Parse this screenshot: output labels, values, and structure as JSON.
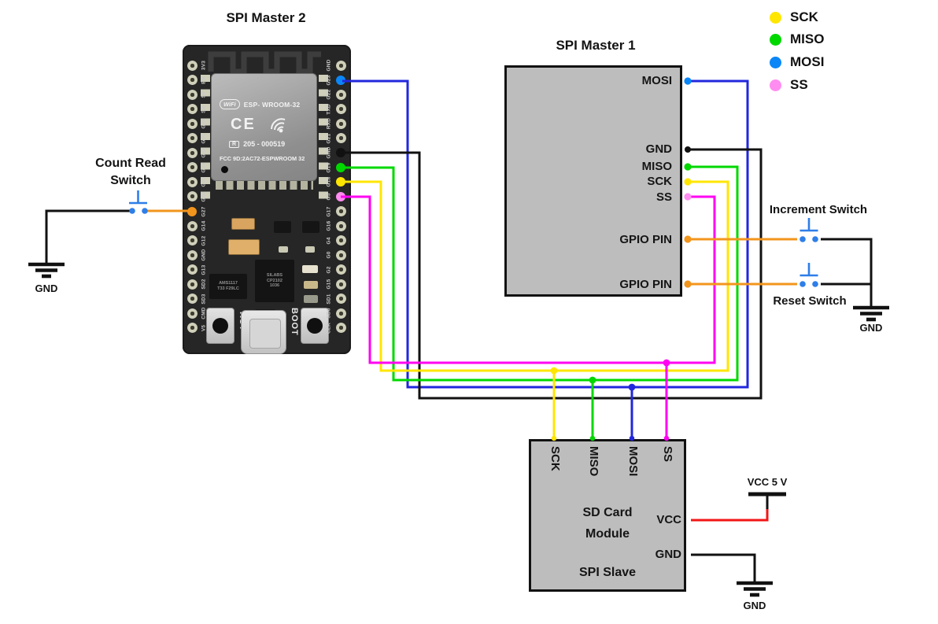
{
  "colors": {
    "sck": "#ffe600",
    "miso": "#00d800",
    "mosi_wire": "#2127dd",
    "mosi_dot": "#0b86f7",
    "ss_wire": "#ff00f2",
    "ss_dot": "#ff8cf0",
    "gnd": "#111111",
    "orange": "#f2951d",
    "red": "#f21616",
    "switch_blue": "#2e7ee8",
    "box_fill": "#bdbdbd"
  },
  "legend": {
    "items": [
      {
        "label": "SCK",
        "color_key": "sck"
      },
      {
        "label": "MISO",
        "color_key": "miso"
      },
      {
        "label": "MOSI",
        "color_key": "mosi"
      },
      {
        "label": "SS",
        "color_key": "ss"
      }
    ]
  },
  "esp32": {
    "title": "SPI Master 2",
    "left_pins": [
      "3V3",
      "EN",
      "SP",
      "SN",
      "G34",
      "G35",
      "G32",
      "G33",
      "G25",
      "G26",
      "G27",
      "G14",
      "G12",
      "GND",
      "G13",
      "SD2",
      "SD3",
      "CMD",
      "V5"
    ],
    "right_pins": [
      "GND",
      "G23",
      "G22",
      "TXD",
      "RXD",
      "G21",
      "GND",
      "G19",
      "G18",
      "G5",
      "G17",
      "G16",
      "G4",
      "G0",
      "G2",
      "G15",
      "SD1",
      "SD0",
      "CLK"
    ],
    "shield": {
      "logo": "WiFi",
      "module": "ESP- WROOM-32",
      "ce": "CE",
      "reg_r": "R",
      "reg": "205 - 000519",
      "fcc": "FCC 9D:2AC72-ESPWROOM 32"
    },
    "chips": {
      "regulator_l1": "AMS1117",
      "regulator_l2": "T33 F29LC",
      "usb_bridge_l1": "SILABS",
      "usb_bridge_l2": "CP2102",
      "usb_bridge_l3": "1036"
    },
    "buttons": {
      "rst": "RST",
      "boot": "BOOT"
    }
  },
  "spi_master1": {
    "title": "SPI Master 1",
    "pins": {
      "mosi": "MOSI",
      "gnd": "GND",
      "miso": "MISO",
      "sck": "SCK",
      "ss": "SS",
      "gpio1": "GPIO PIN",
      "gpio2": "GPIO PIN"
    }
  },
  "sd_module": {
    "pins": [
      "SCK",
      "MISO",
      "MOSI",
      "SS"
    ],
    "name_line1": "SD Card",
    "name_line2": "Module",
    "role": "SPI Slave",
    "vcc": "VCC",
    "gnd": "GND"
  },
  "switches": {
    "count_read_l1": "Count Read",
    "count_read_l2": "Switch",
    "increment": "Increment Switch",
    "reset": "Reset Switch"
  },
  "power": {
    "vcc_label": "VCC 5 V",
    "gnd_label": "GND"
  }
}
